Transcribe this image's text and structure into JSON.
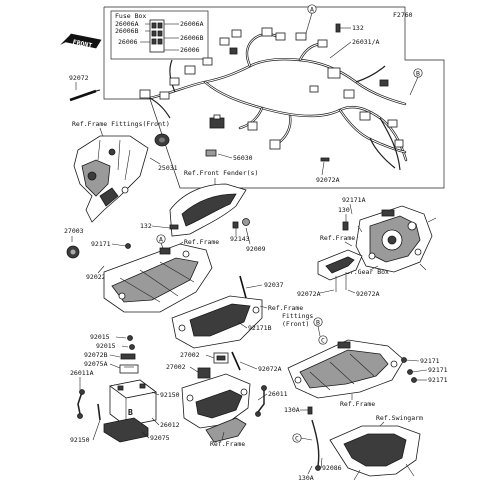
{
  "figure_code": "F2760",
  "front_label": "FRONT",
  "fuse_box": {
    "title": "Fuse Box",
    "items": [
      "26006A",
      "26006B",
      "26006",
      "26006A",
      "26006B",
      "26006"
    ]
  },
  "callouts": [
    "A",
    "B",
    "A",
    "B",
    "C",
    "C"
  ],
  "labels": {
    "p132_top": "132",
    "p26031A": "26031/A",
    "p92072_left": "92072",
    "ref_frame_fittings_front": "Ref.Frame Fittings(Front)",
    "p25031": "25031",
    "p56030": "56030",
    "p92072A_mid": "92072A",
    "ref_front_fenders": "Ref.Front Fender(s)",
    "p132_mid": "132",
    "p27003": "27003",
    "p92171_left": "92171",
    "p92022": "92022",
    "ref_frame_mid": "Ref.Frame",
    "p92143": "92143",
    "p92009": "92009",
    "p92171A": "92171A",
    "p130_right": "130",
    "ref_frame_right": "Ref.Frame",
    "ref_gear_box": "Ref.Gear Box",
    "p92037": "92037",
    "p92072A_r1": "92072A",
    "p92072A_r2": "92072A",
    "ref_frame_fittings_front2_l1": "Ref.Frame",
    "ref_frame_fittings_front2_l2": "Fittings",
    "ref_frame_fittings_front2_l3": "(Front)",
    "p92171B": "92171B",
    "p92015_a": "92015",
    "p92015_b": "92015",
    "p92072B": "92072B",
    "p92075A": "92075A",
    "p26011A": "26011A",
    "p27002_a": "27002",
    "p27002_b": "27002",
    "p92072A_low": "92072A",
    "p92150_a": "92150",
    "p26011": "26011",
    "p26012": "26012",
    "p92075": "92075",
    "p92150_b": "92150",
    "ref_frame_low": "Ref.Frame",
    "p92171_r1": "92171",
    "p92171_r2": "92171",
    "p92171_r3": "92171",
    "ref_frame_low_right": "Ref.Frame",
    "p130A_a": "130A",
    "ref_swingarm": "Ref.Swingarm",
    "p92086": "92086",
    "p130A_b": "130A"
  }
}
